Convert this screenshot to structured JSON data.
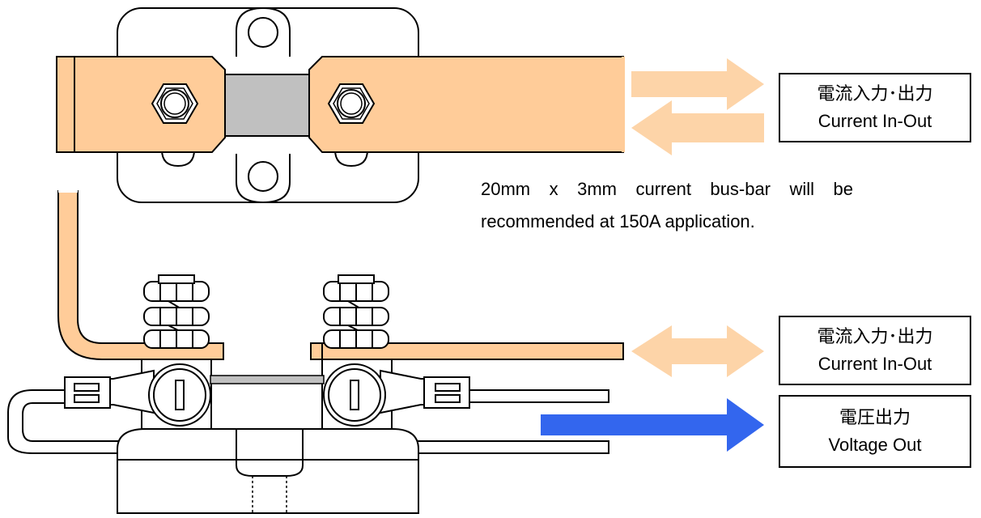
{
  "labels": {
    "current_top": {
      "jp": "電流入力･出力",
      "en": "Current In-Out"
    },
    "current_bottom": {
      "jp": "電流入力･出力",
      "en": "Current In-Out"
    },
    "voltage": {
      "jp": "電圧出力",
      "en": "Voltage Out"
    }
  },
  "note": {
    "line1": "20mm x 3mm current bus-bar will be",
    "line2": "recommended at 150A application."
  },
  "colors": {
    "copper": "#ffcc99",
    "arrow_current": "#fdd4a8",
    "arrow_voltage": "#3366ee",
    "shunt": "#c0c0c0",
    "outline": "#000000"
  }
}
